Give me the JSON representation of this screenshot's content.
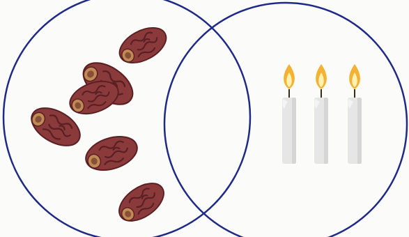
{
  "colors": {
    "background": "#fbfbf9",
    "circle_stroke": "#1f2a86",
    "date_fill": "#8a3a3a",
    "date_dark": "#5a1f22",
    "date_end": "#c08a55",
    "candle_body": "#e6e6e6",
    "candle_shade": "#c9c9c9",
    "flame_outer": "#f3b233",
    "flame_inner": "#fff2b0",
    "wick": "#3a2a1a"
  },
  "diagram": {
    "type": "venn",
    "sets": [
      {
        "name": "",
        "items": [
          {
            "icon": "date-fruit-icon",
            "count": 6
          }
        ]
      },
      {
        "name": "",
        "items": [
          {
            "icon": "candle-icon",
            "count": 3
          }
        ]
      }
    ],
    "overlap": {
      "items": []
    }
  }
}
